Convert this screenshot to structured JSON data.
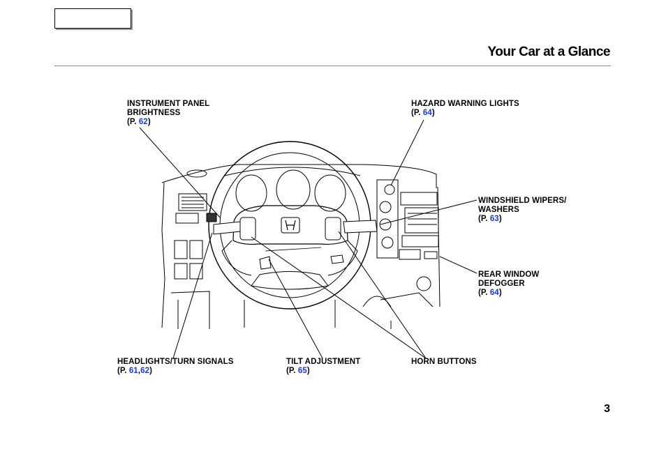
{
  "header": {
    "title": "Your Car at a Glance"
  },
  "footer": {
    "page_number": "3"
  },
  "callouts": {
    "instrument_panel": {
      "line1": "INSTRUMENT PANEL",
      "line2": "BRIGHTNESS",
      "ref_prefix": "(P. ",
      "pages": [
        "62"
      ],
      "ref_suffix": ")"
    },
    "hazard": {
      "line1": "HAZARD WARNING LIGHTS",
      "ref_prefix": "(P. ",
      "pages": [
        "64"
      ],
      "ref_suffix": ")"
    },
    "wipers": {
      "line1": "WINDSHIELD WIPERS/",
      "line2": "WASHERS",
      "ref_prefix": "(P. ",
      "pages": [
        "63"
      ],
      "ref_suffix": ")"
    },
    "defogger": {
      "line1": "REAR WINDOW",
      "line2": "DEFOGGER",
      "ref_prefix": "(P. ",
      "pages": [
        "64"
      ],
      "ref_suffix": ")"
    },
    "headlights": {
      "line1": "HEADLIGHTS/TURN SIGNALS",
      "ref_prefix": "(P. ",
      "pages": [
        "61",
        "62"
      ],
      "ref_separator": ",",
      "ref_suffix": ")"
    },
    "tilt": {
      "line1": "TILT ADJUSTMENT",
      "ref_prefix": "(P. ",
      "pages": [
        "65"
      ],
      "ref_suffix": ")"
    },
    "horn": {
      "line1": "HORN BUTTONS"
    }
  },
  "colors": {
    "link": "#1a3ccc"
  }
}
